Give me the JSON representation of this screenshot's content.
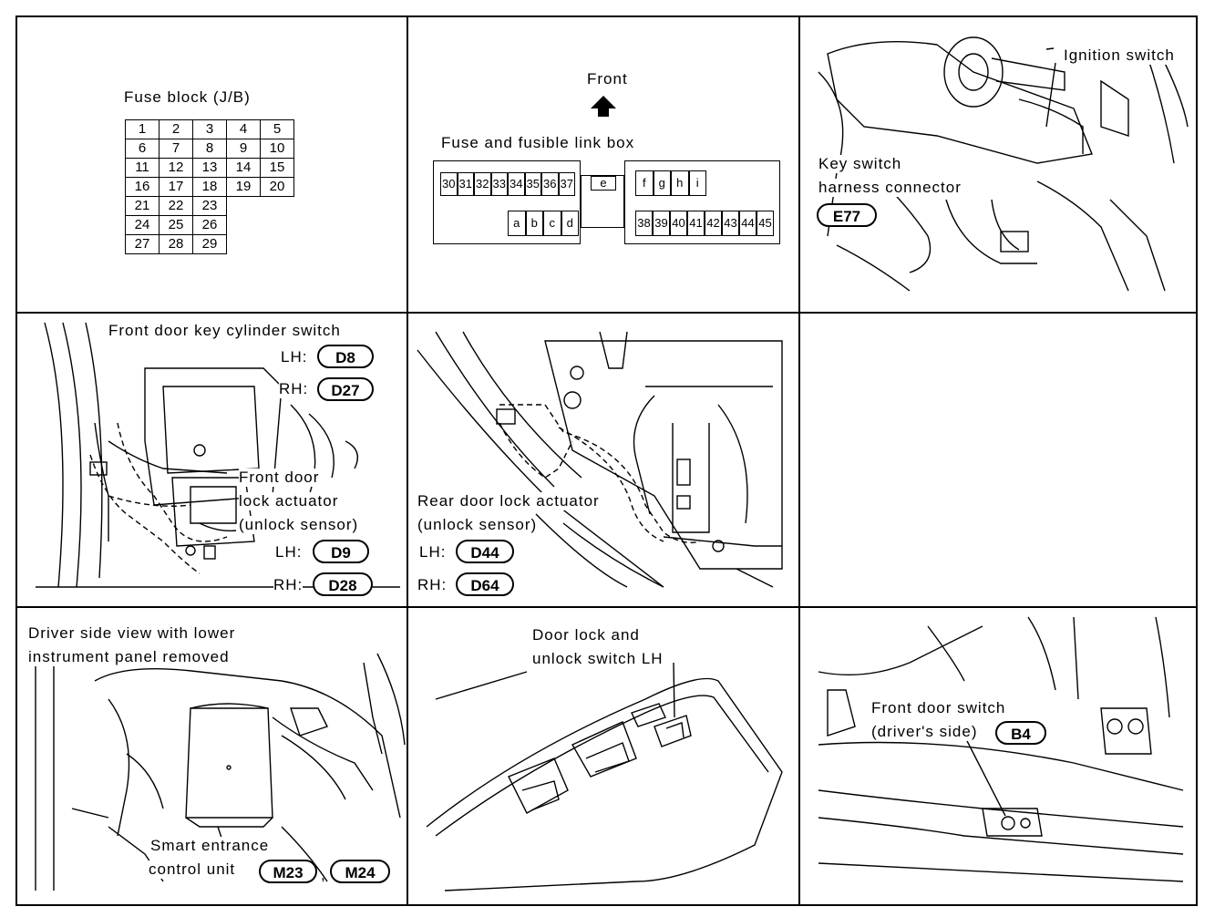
{
  "fuse_block": {
    "title": "Fuse block (J/B)",
    "rows": [
      [
        "1",
        "2",
        "3",
        "4",
        "5"
      ],
      [
        "6",
        "7",
        "8",
        "9",
        "10"
      ],
      [
        "11",
        "12",
        "13",
        "14",
        "15"
      ],
      [
        "16",
        "17",
        "18",
        "19",
        "20"
      ],
      [
        "21",
        "22",
        "23"
      ],
      [
        "24",
        "25",
        "26"
      ],
      [
        "27",
        "28",
        "29"
      ]
    ]
  },
  "fusible_link_box": {
    "front_label": "Front",
    "title": "Fuse and fusible link box",
    "top_left_slots": [
      "30",
      "31",
      "32",
      "33",
      "34",
      "35",
      "36",
      "37"
    ],
    "middle_slot": "e",
    "letter_slots_bottom": [
      "a",
      "b",
      "c",
      "d"
    ],
    "letter_slots_right": [
      "f",
      "g",
      "h",
      "i"
    ],
    "bottom_right_slots": [
      "38",
      "39",
      "40",
      "41",
      "42",
      "43",
      "44",
      "45"
    ]
  },
  "ignition": {
    "ignition_label": "Ignition switch",
    "key_switch_line1": "Key switch",
    "key_switch_line2": "harness connector",
    "connector": "E77"
  },
  "front_key_cylinder": {
    "title": "Front door key cylinder switch",
    "lh_label": "LH:",
    "lh": "D8",
    "rh_label": "RH:",
    "rh": "D27",
    "actuator_line1": "Front door",
    "actuator_line2": "lock actuator",
    "actuator_line3": "(unlock sensor)",
    "actuator_lh_label": "LH:",
    "actuator_lh": "D9",
    "actuator_rh_label": "RH:",
    "actuator_rh": "D28"
  },
  "rear_door": {
    "line1": "Rear door lock actuator",
    "line2": "(unlock sensor)",
    "lh_label": "LH:",
    "lh": "D44",
    "rh_label": "RH:",
    "rh": "D64"
  },
  "smart_entrance": {
    "view_line1": "Driver side view with lower",
    "view_line2": "instrument panel removed",
    "unit_line1": "Smart entrance",
    "unit_line2": "control unit",
    "connector1": "M23",
    "separator": ",",
    "connector2": "M24"
  },
  "door_lock_switch": {
    "line1": "Door lock and",
    "line2": "unlock switch LH"
  },
  "front_door_switch": {
    "line1": "Front door switch",
    "line2": "(driver's side)",
    "connector": "B4"
  }
}
